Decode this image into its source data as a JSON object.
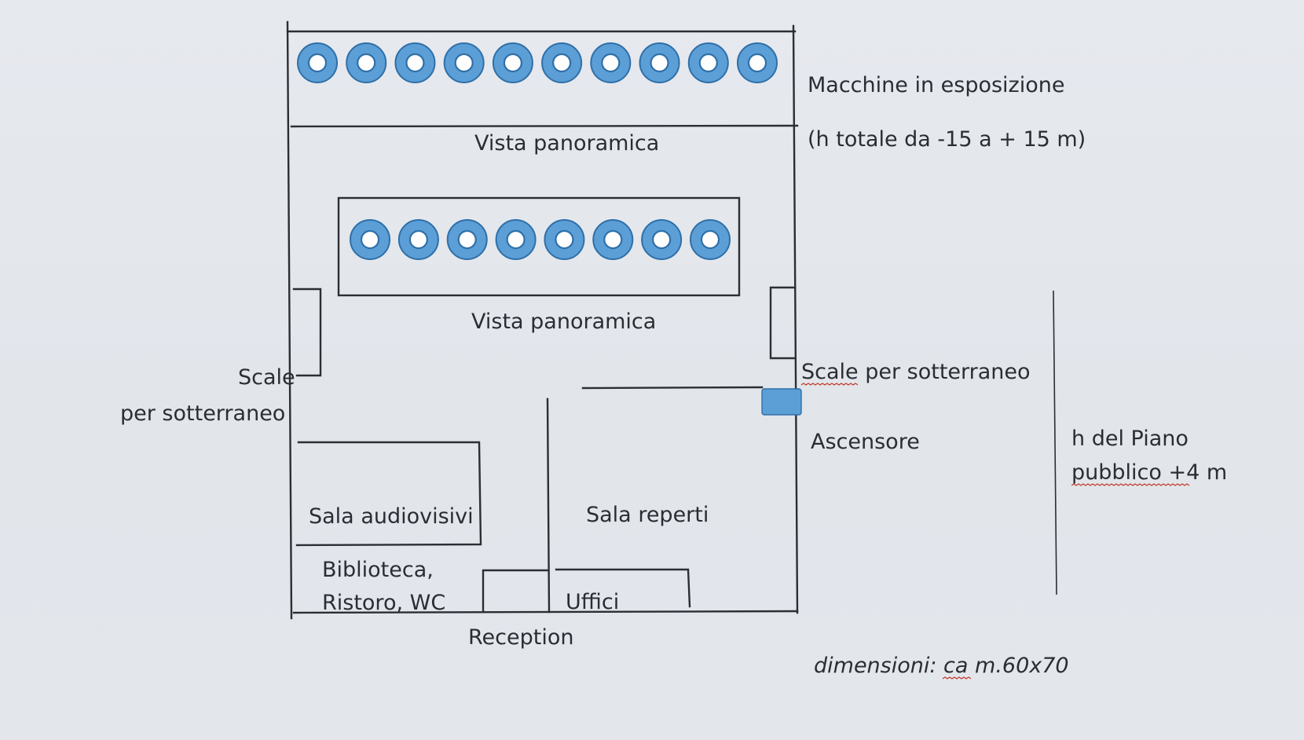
{
  "colors": {
    "background": "#e4e8ed",
    "line": "#2b2e33",
    "machine_fill": "#5b9fd6",
    "machine_stroke": "#2f6fa8",
    "machine_core": "#ffffff",
    "elevator_fill": "#5b9fd6",
    "spellcheck_underline": "#c0392b"
  },
  "machines": {
    "top_row": {
      "count": 10
    },
    "middle_row": {
      "count": 8
    }
  },
  "labels": {
    "macchine_in_esposizione": "Macchine in esposizione",
    "h_totale": "(h totale da -15 a + 15 m)",
    "vista_panoramica_top": "Vista panoramica",
    "vista_panoramica_middle": "Vista panoramica",
    "scale_left_1": "Scale",
    "scale_left_2": "per sotterraneo",
    "scale_right": "Scale per sotterraneo",
    "ascensore": "Ascensore",
    "h_piano_1": "h del Piano",
    "h_piano_2": "pubblico  +4 m",
    "sala_audiovisivi": "Sala audiovisivi",
    "sala_reperti": "Sala reperti",
    "biblioteca_1": "Biblioteca,",
    "biblioteca_2": "Ristoro, WC",
    "uffici": "Uffici",
    "reception": "Reception",
    "dimensioni": "dimensioni: ca m.60x70"
  }
}
